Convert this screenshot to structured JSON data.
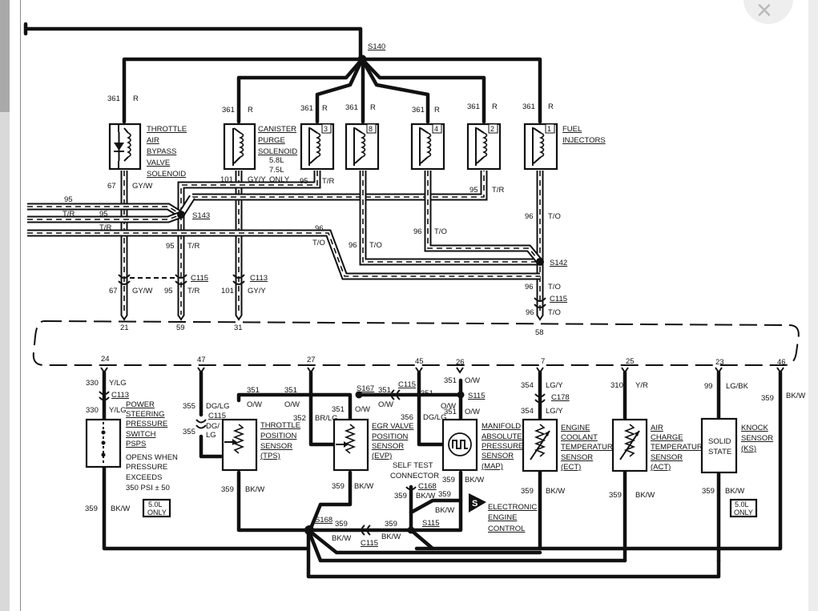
{
  "close_glyph": "×",
  "splices": {
    "s140": "S140",
    "s143": "S143",
    "s142": "S142",
    "s167": "S167",
    "s115a": "S115",
    "s168": "S168",
    "s115b": "S115"
  },
  "connectors": {
    "c115_a": "C115",
    "c113_a": "C113",
    "c115_b": "C115",
    "c113_b": "C113",
    "c178": "C178",
    "c115_c": "C115",
    "c115_d": "C115",
    "c168": "C168",
    "c115_e": "C115"
  },
  "top_components": {
    "throttle_air_bypass": [
      "THROTTLE",
      "AIR",
      "BYPASS",
      "VALVE",
      "SOLENOID"
    ],
    "canister_purge": [
      "CANISTER",
      "PURGE",
      "SOLENOID"
    ],
    "canister_note": [
      "5.8L",
      "7.5L",
      "ONLY"
    ],
    "fuel_injectors": [
      "FUEL",
      "INJECTORS"
    ],
    "injector_numbers": [
      "3",
      "8",
      "4",
      "2",
      "1"
    ]
  },
  "top_wires": {
    "c361": "361",
    "r": "R",
    "c67": "67",
    "gy_w": "GY/W",
    "c101": "101",
    "gy_y": "GY/Y",
    "c95": "95",
    "t_r": "T/R",
    "c96": "96",
    "t_o": "T/O"
  },
  "pins_bottom": [
    "21",
    "59",
    "31",
    "58"
  ],
  "pins_top": [
    "24",
    "47",
    "27",
    "45",
    "26",
    "7",
    "25",
    "23",
    "46"
  ],
  "bottom_wires": {
    "c330": "330",
    "y_lg": "Y/LG",
    "c355": "355",
    "dg_lg": "DG/LG",
    "dg_lg_split": [
      "DG/",
      "LG"
    ],
    "c351": "351",
    "o_w": "O/W",
    "c352": "352",
    "br_lg": "BR/LG",
    "c356": "356",
    "c354": "354",
    "lg_y": "LG/Y",
    "c310": "310",
    "y_r": "Y/R",
    "c99": "99",
    "lg_bk": "LG/BK",
    "c359": "359",
    "bk_w": "BK/W",
    "bk_w_cut": "BK/W"
  },
  "bottom_components": {
    "psps": [
      "POWER",
      "STEERING",
      "PRESSURE",
      "SWITCH",
      "PSPS"
    ],
    "psps_note": [
      "OPENS WHEN",
      "PRESSURE",
      "EXCEEDS",
      "350 PSI ± 50"
    ],
    "tps": [
      "THROTTLE",
      "POSITION",
      "SENSOR",
      "(TPS)"
    ],
    "evp": [
      "EGR VALVE",
      "POSITION",
      "SENSOR",
      "(EVP)"
    ],
    "map": [
      "MANIFOLD",
      "ABSOLUTE",
      "PRESSURE",
      "SENSOR",
      "(MAP)"
    ],
    "ect": [
      "ENGINE",
      "COOLANT",
      "TEMPERATURE",
      "SENSOR",
      "(ECT)"
    ],
    "act": [
      "AIR",
      "CHARGE",
      "TEMPERATURE",
      "SENSOR",
      "(ACT)"
    ],
    "solid_state": [
      "SOLID",
      "STATE"
    ],
    "ks": [
      "KNOCK",
      "SENSOR",
      "(KS)"
    ],
    "self_test": [
      "SELF TEST",
      "CONNECTOR"
    ],
    "eec": [
      "ELECTRONIC",
      "ENGINE",
      "CONTROL"
    ],
    "eec_symbol": "S",
    "only_50l": [
      "5.0L",
      "ONLY"
    ]
  }
}
